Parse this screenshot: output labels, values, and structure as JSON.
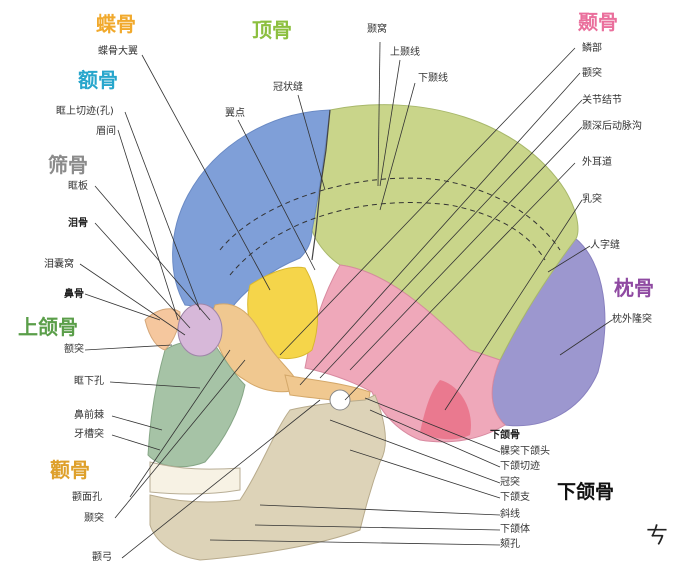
{
  "colors": {
    "frontal": "#7f9fd8",
    "parietal": "#c9d58a",
    "temporal": "#efa8ba",
    "sphenoid": "#f5d54a",
    "zygomatic": "#f0c890",
    "maxilla": "#a6c3a6",
    "occipital": "#9c97cf",
    "mandible": "#ddd3b8",
    "nasal": "#f5c79e",
    "teeth": "#f7f2e4",
    "title_orange": "#f1a92c",
    "title_green": "#8cbf3f",
    "title_cyan": "#27a6cc",
    "title_gray": "#8b8b8b",
    "title_green2": "#5a9e49",
    "title_pink": "#ea6f9c",
    "title_purple": "#8f4aa2",
    "title_gold": "#dea02b"
  },
  "bones": {
    "sphenoid": "蝶骨",
    "frontal": "额骨",
    "ethmoid": "筛骨",
    "maxilla": "上颌骨",
    "zygomatic": "颧骨",
    "parietal": "顶骨",
    "temporal": "颞骨",
    "occipital": "枕骨",
    "mandible": "下颌骨"
  },
  "labels": {
    "sphenoid_greater_wing": "蝶骨大翼",
    "supraorbital_notch": "眶上切迹(孔)",
    "glabella": "眉间",
    "orbital_plate": "眶板",
    "lacrimal_bone": "泪骨",
    "lacrimal_fossa": "泪囊窝",
    "nasal_bone": "鼻骨",
    "frontal_process": "额突",
    "infraorbital_foramen": "眶下孔",
    "anterior_nasal_spine": "鼻前棘",
    "alveolar_process": "牙槽突",
    "zygomaticofacial_foramen": "颧面孔",
    "temporal_process": "颞突",
    "zygomatic_arch": "颧弓",
    "pterion": "翼点",
    "coronal_suture": "冠状缝",
    "temporal_fossa": "颞窝",
    "superior_temporal_line": "上颞线",
    "inferior_temporal_line": "下颞线",
    "squamous_part": "鳞部",
    "zygomatic_process": "颧突",
    "articular_tubercle": "关节结节",
    "groove_deep_temporal_artery": "颞深后动脉沟",
    "external_acoustic_meatus": "外耳道",
    "mastoid_process": "乳突",
    "lambdoid_suture": "人字缝",
    "external_occipital_protuberance": "枕外隆突",
    "mandible_header": "下颌骨",
    "condylar_process_head": "髁突下颌头",
    "mandibular_notch": "下颌切迹",
    "coronoid_process": "冠突",
    "ramus": "下颌支",
    "oblique_line": "斜线",
    "body_of_mandible": "下颌体",
    "mental_foramen": "颏孔"
  },
  "signature": "ㄘ"
}
